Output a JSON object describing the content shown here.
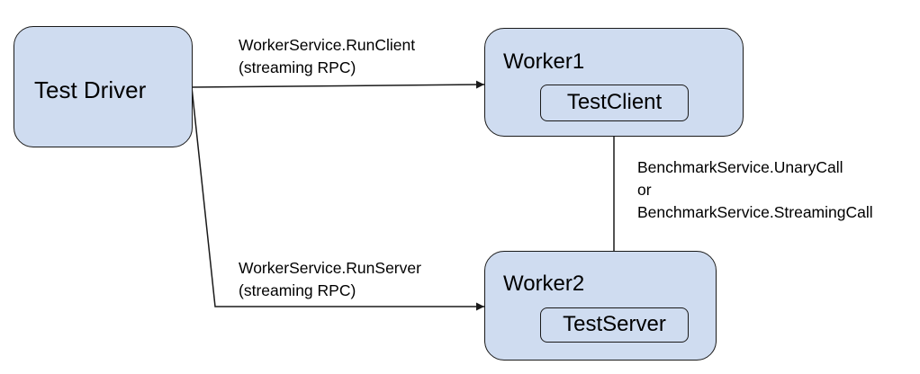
{
  "nodes": {
    "test_driver": {
      "label": "Test Driver"
    },
    "worker1": {
      "label": "Worker1",
      "child": {
        "label": "TestClient"
      }
    },
    "worker2": {
      "label": "Worker2",
      "child": {
        "label": "TestServer"
      }
    }
  },
  "edges": {
    "run_client": {
      "line1": "WorkerService.RunClient",
      "line2": "(streaming RPC)"
    },
    "run_server": {
      "line1": "WorkerService.RunServer",
      "line2": "(streaming RPC)"
    },
    "benchmark": {
      "line1": "BenchmarkService.UnaryCall",
      "line2": "or",
      "line3": "BenchmarkService.StreamingCall"
    }
  },
  "colors": {
    "box_fill": "#cfdcf0",
    "stroke": "#1a1a1a"
  }
}
